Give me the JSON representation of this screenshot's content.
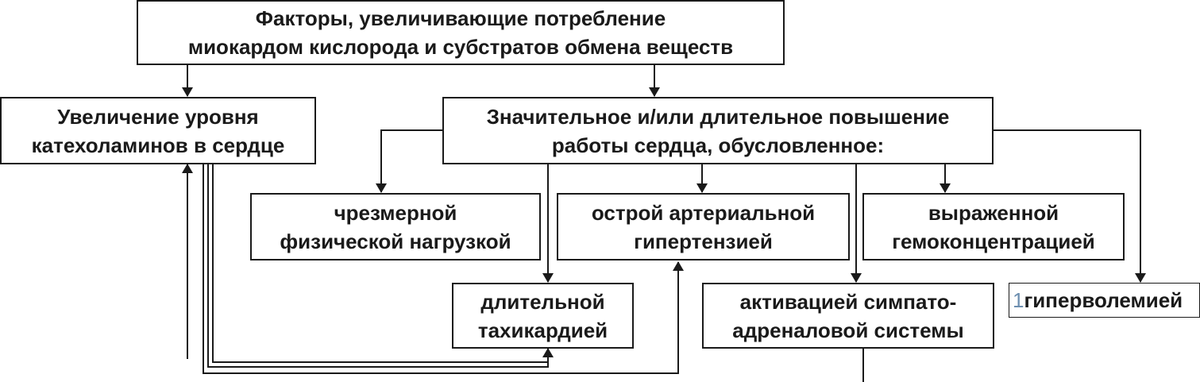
{
  "nodes": {
    "root": {
      "lines": [
        "Факторы, увеличивающие потребление",
        "миокардом кислорода и субстратов обмена веществ"
      ]
    },
    "catecholamines": {
      "lines": [
        "Увеличение уровня",
        "катехоламинов в сердце"
      ]
    },
    "work": {
      "lines": [
        "Значительное и/или длительное повышение",
        "работы сердца, обусловленное:"
      ]
    },
    "physical_load": {
      "lines": [
        "чрезмерной",
        "физической нагрузкой"
      ]
    },
    "hypertension": {
      "lines": [
        "острой артериальной",
        "гипертензией"
      ]
    },
    "hemoconcentration": {
      "lines": [
        "выраженной",
        "гемоконцентрацией"
      ]
    },
    "tachycardia": {
      "lines": [
        "длительной",
        "тахикардией"
      ]
    },
    "sympathoadrenal": {
      "lines": [
        "активацией симпато-",
        "адреналовой системы"
      ]
    },
    "hypervolemia": {
      "prefix": "1",
      "text": "гиперволемией"
    }
  },
  "style": {
    "line_color": "#1a1a1a",
    "border_color": "#1a1a1a",
    "background": "#ffffff"
  }
}
